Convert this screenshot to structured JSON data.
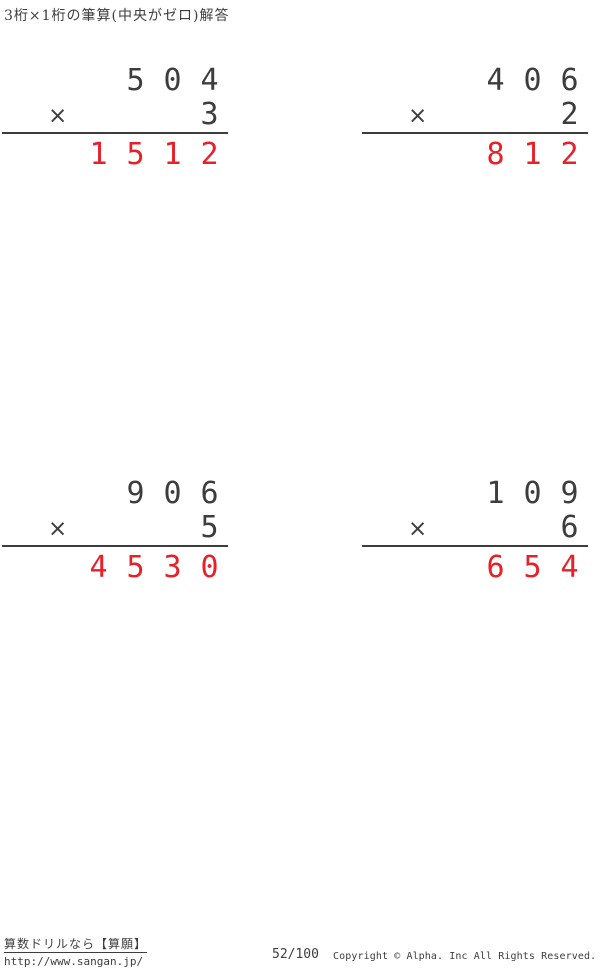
{
  "page": {
    "title": "3桁×1桁の筆算(中央がゼロ)解答",
    "ink_color": "#3d3d3d",
    "answer_color": "#e62129",
    "background": "#ffffff"
  },
  "problems": [
    {
      "multiplicand": "504",
      "operator": "×",
      "multiplier": "3",
      "answer": "1512"
    },
    {
      "multiplicand": "406",
      "operator": "×",
      "multiplier": "2",
      "answer": "812"
    },
    {
      "multiplicand": "906",
      "operator": "×",
      "multiplier": "5",
      "answer": "4530"
    },
    {
      "multiplicand": "109",
      "operator": "×",
      "multiplier": "6",
      "answer": "654"
    }
  ],
  "footer": {
    "site_link_label": "算数ドリルなら【算願】",
    "site_url": "http://www.sangan.jp/",
    "page_number": "52/100",
    "copyright": "Copyright © Alpha. Inc All Rights Reserved."
  }
}
